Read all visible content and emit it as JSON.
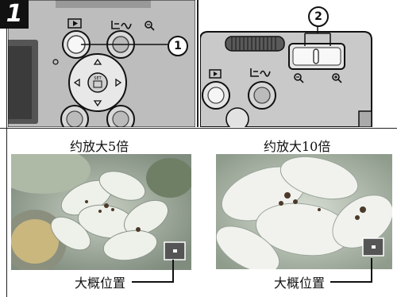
{
  "step_number": "1",
  "callouts": {
    "shutter_button": "1",
    "zoom_lever": "2"
  },
  "captions": {
    "left": "约放大5倍",
    "right": "约放大10倍"
  },
  "position_labels": {
    "left": "大概位置",
    "right": "大概位置"
  },
  "icons": {
    "playback": "playback-icon",
    "print_share": "print-share-icon",
    "zoom_out": "zoom-out-icon",
    "zoom_in": "zoom-in-icon",
    "func_set": "func-set-icon"
  },
  "func_set_label": "SET",
  "colors": {
    "ink": "#111111",
    "camera_body": "#cfcfcf",
    "photo_green": "#9aa79a"
  }
}
